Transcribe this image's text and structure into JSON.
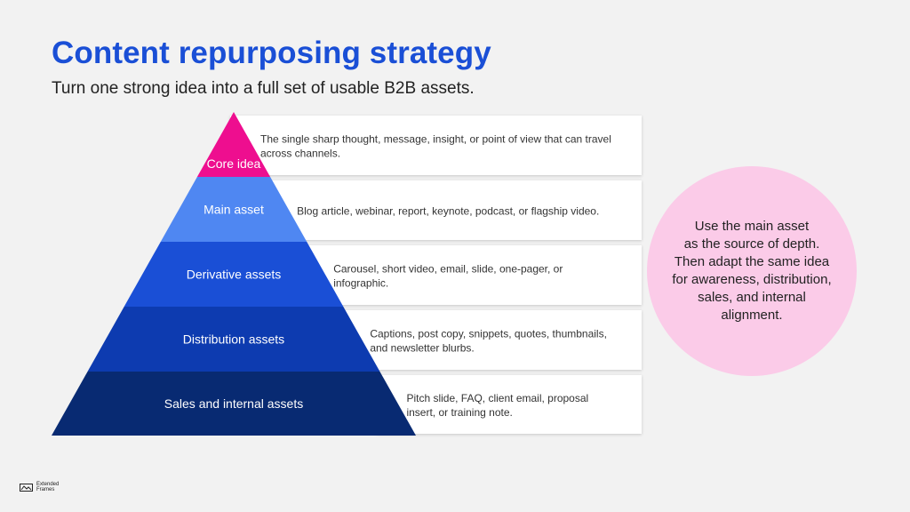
{
  "slide": {
    "title": "Content repurposing strategy",
    "subtitle": "Turn one strong idea into a full set of usable B2B assets."
  },
  "pyramid": {
    "levels": [
      {
        "label": "Core idea",
        "color": "#ee0e8f",
        "description_lines": [
          "The single sharp thought, message, insight, or point of view that can travel",
          "across channels."
        ]
      },
      {
        "label": "Main asset",
        "color": "#4f87f2",
        "description_lines": [
          "Blog article, webinar, report, keynote, podcast, or flagship video."
        ]
      },
      {
        "label": "Derivative assets",
        "color": "#1a4fd6",
        "description_lines": [
          "Carousel, short video, email, slide, one-pager, or",
          "infographic."
        ]
      },
      {
        "label": "Distribution assets",
        "color": "#0d3bb0",
        "description_lines": [
          "Captions, post copy, snippets, quotes, thumbnails,",
          "and newsletter blurbs."
        ]
      },
      {
        "label": "Sales and internal assets",
        "color": "#082a72",
        "description_lines": [
          "Pitch slide, FAQ, client email, proposal",
          "insert, or training note."
        ]
      }
    ]
  },
  "callout": {
    "text": "Use the main asset\nas the source of depth.\nThen adapt the same idea\nfor awareness, distribution,\nsales, and internal\nalignment.",
    "color": "#fbcbe8"
  },
  "logo": {
    "text": "Extended\nFrames",
    "icon": "frame-icon"
  }
}
